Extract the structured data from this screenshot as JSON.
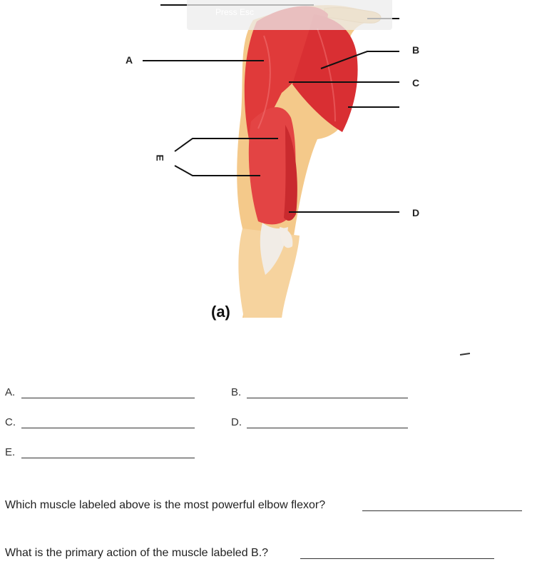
{
  "overlay": {
    "hint": "Press  Esc"
  },
  "figure": {
    "labels": {
      "a": "A",
      "b": "B",
      "c": "C",
      "d": "D",
      "e": "E"
    },
    "caption": "(a)"
  },
  "answers": {
    "a": "A.",
    "b": "B.",
    "c": "C.",
    "d": "D.",
    "e": "E."
  },
  "questions": {
    "q1": "Which muscle labeled above is the most powerful elbow flexor?",
    "q2": "What is the primary action of the muscle labeled B.?"
  },
  "colors": {
    "muscle": "#e03a3a",
    "muscle_dark": "#b81f24",
    "skin": "#f4c98a",
    "tendon": "#f1ece6",
    "line": "#111111"
  }
}
